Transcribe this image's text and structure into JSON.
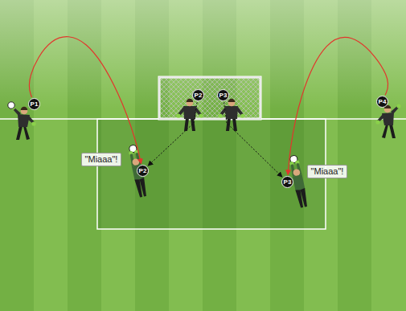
{
  "diagram": {
    "nodes": [
      {
        "text": [
          "P1"
        ]
      },
      {
        "text": [
          "P2"
        ]
      },
      {
        "text": [
          "P3"
        ]
      },
      {
        "text": [
          "P4"
        ]
      },
      {
        "text": [
          "\"Miaaa\"!"
        ]
      },
      {
        "text": [
          "P2"
        ]
      },
      {
        "text": [
          "\"Miaaa\"!"
        ]
      },
      {
        "text": [
          "P3"
        ]
      }
    ],
    "edges": [
      {
        "from": 0,
        "to": 5,
        "arrow": "to"
      },
      {
        "from": 1,
        "to": 5,
        "arrow": "to"
      },
      {
        "from": 2,
        "to": 7,
        "arrow": "to"
      },
      {
        "from": 3,
        "to": 7,
        "arrow": "to"
      }
    ]
  }
}
